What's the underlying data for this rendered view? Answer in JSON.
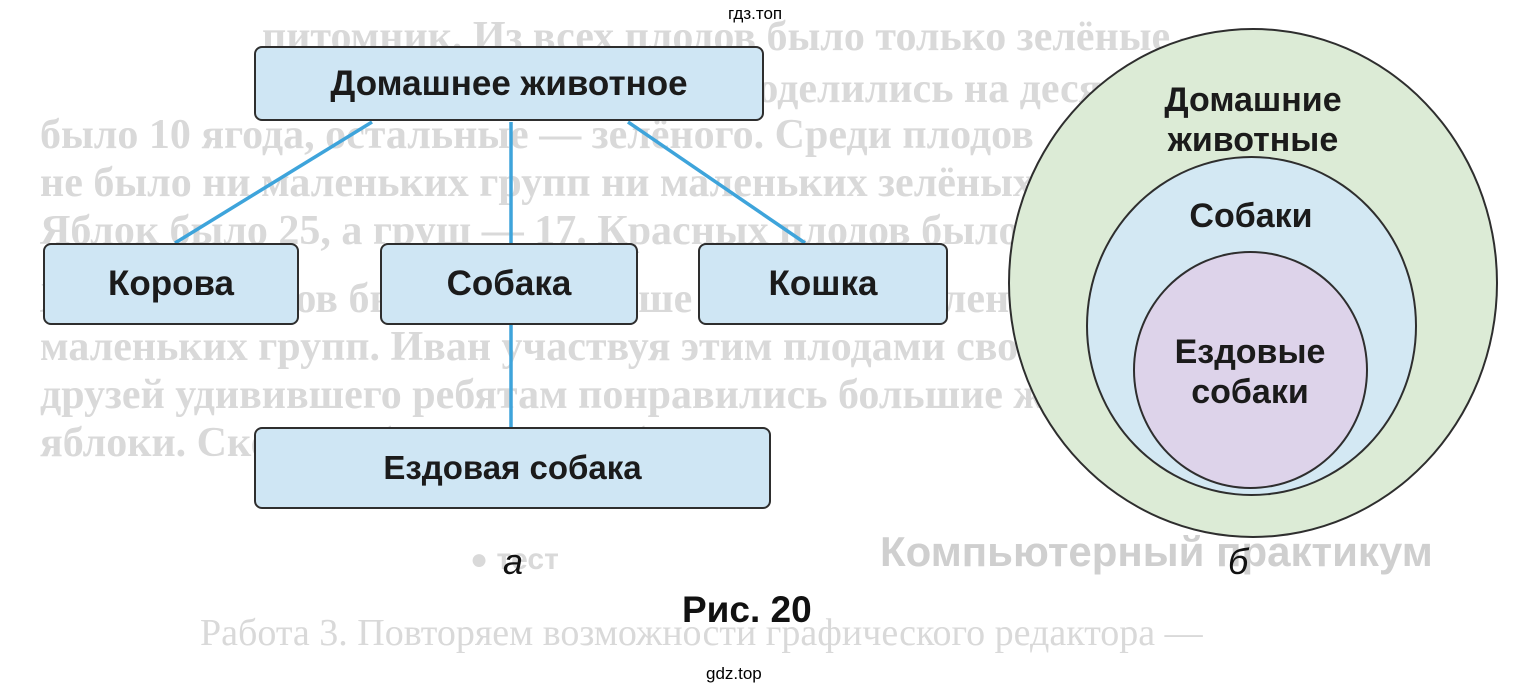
{
  "watermark": {
    "top": "гдз.топ",
    "bottom": "gdz.top"
  },
  "background_text": {
    "lines": [
      "питомник. Из всех плодов было только зелёные — на-",
      "деждой. По цвету плоды поделились на десять плодов",
      "было 10 ягода, остальные — зелёного. Среди плодов",
      "не было ни маленьких групп ни маленьких зелёных яблок.",
      "Яблок было 25, а груш — 17. Красных плодов было 32.",
      "Желтых плодов было на 4 меньше чем было маленьких",
      "маленьких групп. Иван участвуя этим плодами своих",
      "друзей удивившего ребятам понравились большие жёлтые",
      "яблоки. Сколько было таких яблок?"
    ],
    "heading": "Компьютерный практикум",
    "heading_suffix": "● тест",
    "footer_line": "Работа 3. Повторяем возможности графического редактора —"
  },
  "tree": {
    "root": "Домашнее животное",
    "children": [
      "Корова",
      "Собака",
      "Кошка"
    ],
    "grandchild": "Ездовая собака",
    "line_color": "#3ea4db",
    "box_fill": "#cfe6f4"
  },
  "sets": {
    "outer": {
      "line1": "Домашние",
      "line2": "животные",
      "color": "#dcebd6"
    },
    "middle": {
      "line1": "Собаки",
      "color": "#d3e8f3"
    },
    "inner": {
      "line1": "Ездовые",
      "line2": "собаки",
      "color": "#ddd3ea"
    }
  },
  "labels": {
    "a": "а",
    "b": "б"
  },
  "caption": "Рис.  20"
}
